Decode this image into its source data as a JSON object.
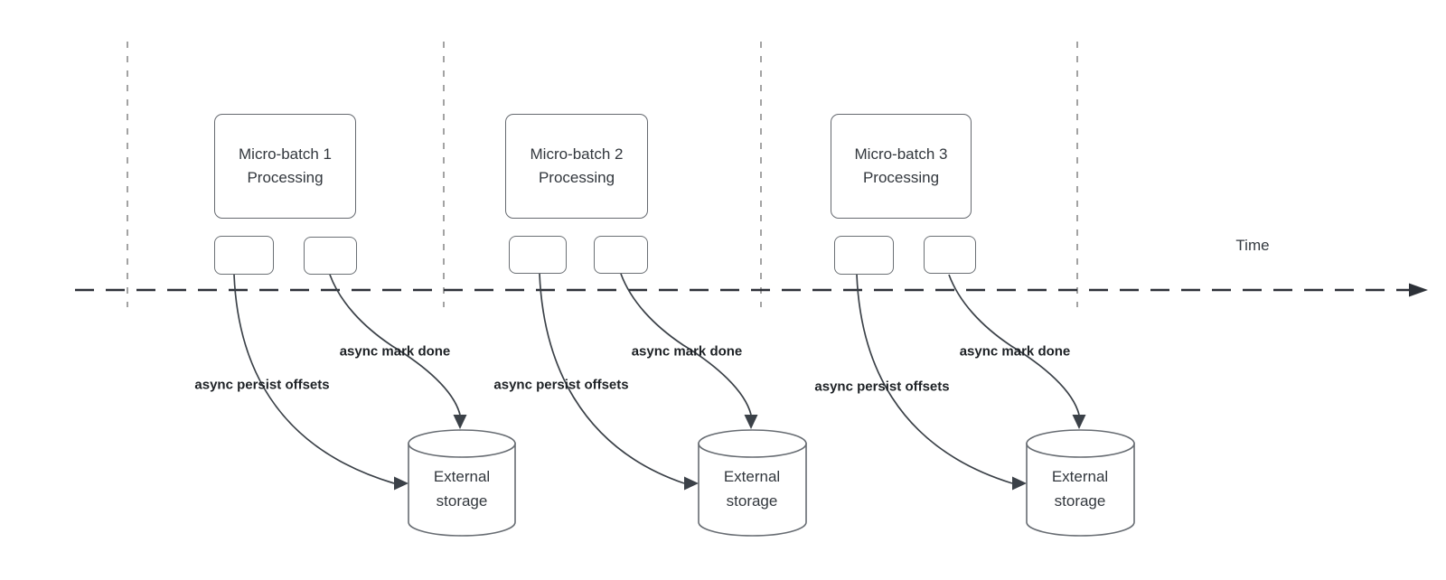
{
  "colors": {
    "axis_line": "#2d3138",
    "guide_line": "#a3a3a3",
    "arrow_line": "#3b4148",
    "shape_border": "#65696f",
    "shape_fill": "#ffffff",
    "title_text": "#32373d",
    "label_text": "#1d2125"
  },
  "diagram": {
    "time_label": "Time",
    "batches": [
      {
        "title_line1": "Micro-batch 1",
        "title_line2": "Processing",
        "persist_label": "async persist offsets",
        "markdone_label": "async mark done",
        "storage_line1": "External",
        "storage_line2": "storage"
      },
      {
        "title_line1": "Micro-batch 2",
        "title_line2": "Processing",
        "persist_label": "async persist offsets",
        "markdone_label": "async mark done",
        "storage_line1": "External",
        "storage_line2": "storage"
      },
      {
        "title_line1": "Micro-batch 3",
        "title_line2": "Processing",
        "persist_label": "async persist offsets",
        "markdone_label": "async mark done",
        "storage_line1": "External",
        "storage_line2": "storage"
      }
    ]
  }
}
